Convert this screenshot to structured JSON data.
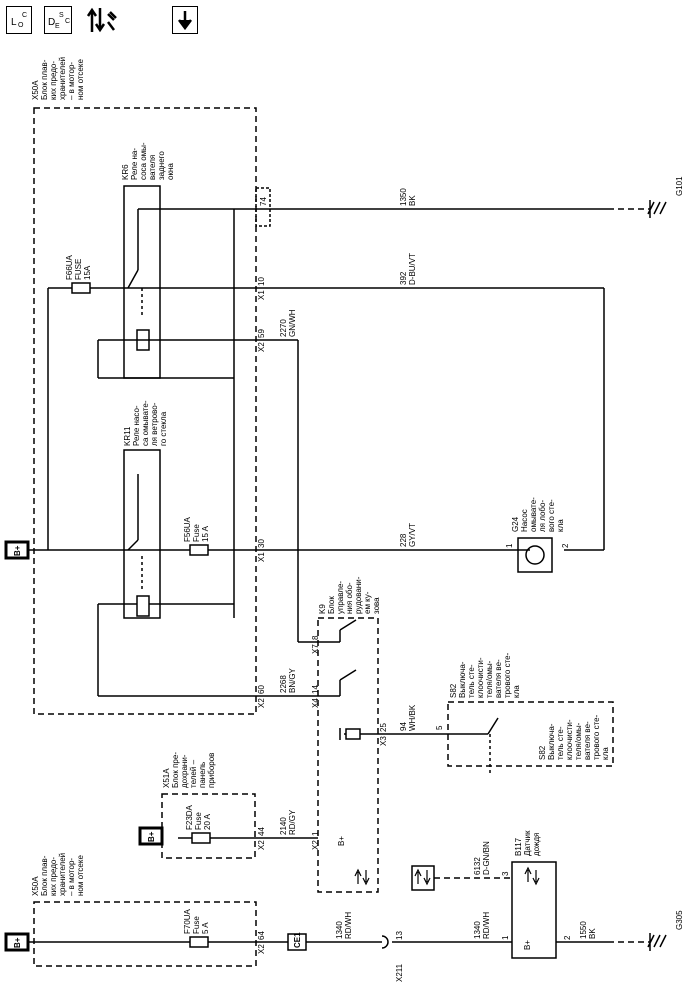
{
  "toolbar": {
    "loc": {
      "main": "L",
      "sub": "O",
      "sup": "C"
    },
    "desc": {
      "main": "D",
      "sub": "E",
      "sup": "S",
      "sup2": "C"
    }
  },
  "x50a_top": [
    "X50A",
    "Блок плав-",
    "ких предо-",
    "хранителей",
    "– в мотор-",
    "ном отсеке"
  ],
  "x50a_bot": [
    "X50A",
    "Блок плав-",
    "ких предо-",
    "хранителей",
    "– в мотор-",
    "ном отсеке"
  ],
  "x51a": [
    "X51A",
    "Блок пре-",
    "дохрани-",
    "телей –",
    "панель",
    "приборов"
  ],
  "kr6": [
    "KR6",
    "Реле на-",
    "соса омы-",
    "вателя",
    "заднего",
    "окна"
  ],
  "kr11": [
    "KR11",
    "Реле насо-",
    "са омывате-",
    "ля ветрово-",
    "го стекла"
  ],
  "k9": [
    "K9",
    "Блок",
    "управле-",
    "ния обо-",
    "рудовани-",
    "ем ку-",
    "зова"
  ],
  "g24": [
    "G24",
    "Насос",
    "омывате-",
    "ля лобо-",
    "вого сте-",
    "кла"
  ],
  "s82a": [
    "S82",
    "Выключа-",
    "тель сте-",
    "клоочисти-",
    "теля/омы-",
    "вателя ве-",
    "трового сте-",
    "кла"
  ],
  "s82b": [
    "S82",
    "Выключа-",
    "тель сте-",
    "клоочисти-",
    "теля/омы-",
    "вателя ве-",
    "трового сте-",
    "кла"
  ],
  "b117": [
    "B117",
    "Датчик",
    "дождя"
  ],
  "fuses": {
    "f66ua": [
      "F66UA",
      "FUSE",
      "15A"
    ],
    "f56ua": [
      "F56UA",
      "Fuse",
      "15 A"
    ],
    "f23da": [
      "F23DA",
      "Fuse",
      "20 A"
    ],
    "f70ua": [
      "F70UA",
      "Fuse",
      "5 A"
    ]
  },
  "power": "B+",
  "ce1": "CE1",
  "wires": {
    "w1350": [
      "1350",
      "BK"
    ],
    "w392": [
      "392",
      "D-BU/VT"
    ],
    "w2270": [
      "2270",
      "GN/WH"
    ],
    "w228": [
      "228",
      "GY/VT"
    ],
    "w2268": [
      "2268",
      "BN/GY"
    ],
    "w94": [
      "94",
      "WH/BK"
    ],
    "w2140": [
      "2140",
      "RD/GY"
    ],
    "w6132": [
      "6132",
      "D-GN/BN"
    ],
    "w1340a": [
      "1340",
      "RD/WH"
    ],
    "w1340b": [
      "1340",
      "RD/WH"
    ],
    "w1550": [
      "1550",
      "BK"
    ]
  },
  "grounds": {
    "g101": "G101",
    "g305": "G305"
  },
  "connectors": {
    "x1_10": [
      "X1",
      "10"
    ],
    "x2_59": [
      "X2",
      "59"
    ],
    "x1_30": [
      "X1",
      "30"
    ],
    "x2_60": [
      "X2",
      "60"
    ],
    "x2_44": [
      "X2",
      "44"
    ],
    "x2_64": [
      "X2",
      "64"
    ],
    "x7_8": [
      "X7",
      "8"
    ],
    "x4_14": [
      "X4",
      "14"
    ],
    "x3_25": [
      "X3",
      "25"
    ],
    "x2_1": [
      "X2",
      "1"
    ],
    "pin74": "74",
    "x211": "X211",
    "pin13": "13",
    "g24_1": "1",
    "g24_2": "2",
    "s82_5": "5",
    "b117_3": "3",
    "b117_1": "1",
    "b117_2": "2",
    "k9_bplus": "B+",
    "b117_bplus": "B+"
  }
}
